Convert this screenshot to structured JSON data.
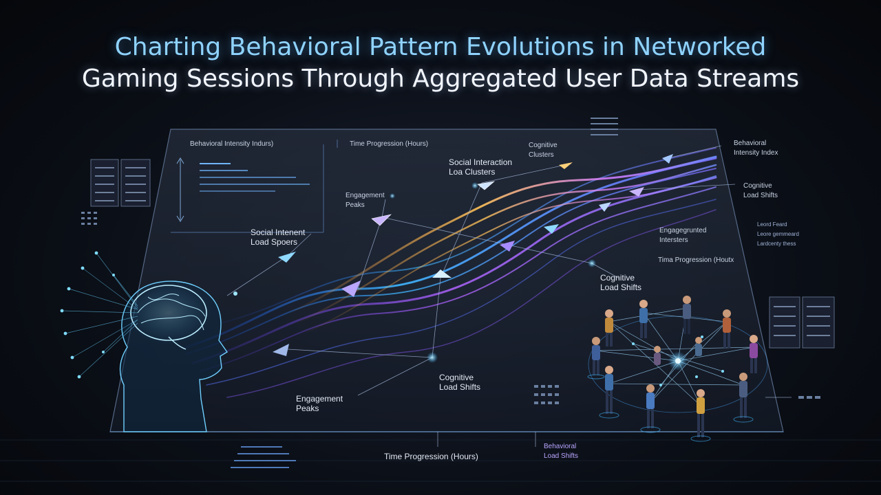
{
  "title": {
    "line1": "Charting Behavioral Pattern Evolutions in Networked",
    "line2": "Gaming Sessions Through Aggregated User Data Streams"
  },
  "labels": {
    "panel_intensity_header": "Behavioral Intensity Indurs)",
    "panel_time_header": "Time Progression (Hours)",
    "social_interaction_clusters": "Social Interaction\nLoa Clusters",
    "cognitive_clusters_top": "Cognitive\nClusters",
    "behavioral_intensity_index": "Behavioral\nIntensity Index",
    "cognitive_load_shifts_right": "Cognitive\nLoad Shifts",
    "engagement_peaks_top": "Engagement\nPeaks",
    "social_intenent_load": "Social Intenent\nLoad Spoers",
    "engagegrted_intersters": "Engagegrunted\nIntersters",
    "time_progression_small": "Tima Progression (Houtx",
    "cognitive_load_shifts_mid": "Cognitive\nLoad Shifts",
    "cognitive_load_shifts_bottom": "Cognitive\nLoad Shifts",
    "engagement_peaks_bottom": "Engagement\nPeaks",
    "time_progression_bottom": "Time Progression (Hours)",
    "behavioral_load_shifts": "Behavioral\nLoad Shifts",
    "tiny_right_legend": "Leord Feard\nLeore gemmeard\nLardcenty thess"
  },
  "colors": {
    "background": "#0b0f17",
    "title_accent": "#8fd3ff",
    "stream_blue": "#3fb6ff",
    "stream_purple": "#a064ff",
    "stream_gold": "#ffc35a",
    "stream_magenta": "#e050ff",
    "node_glow": "#9fe6ff"
  },
  "icons": {
    "brain": "brain-head-icon",
    "server": "server-rack-icon",
    "people": "person-icon",
    "marker": "triangle-marker-icon"
  }
}
